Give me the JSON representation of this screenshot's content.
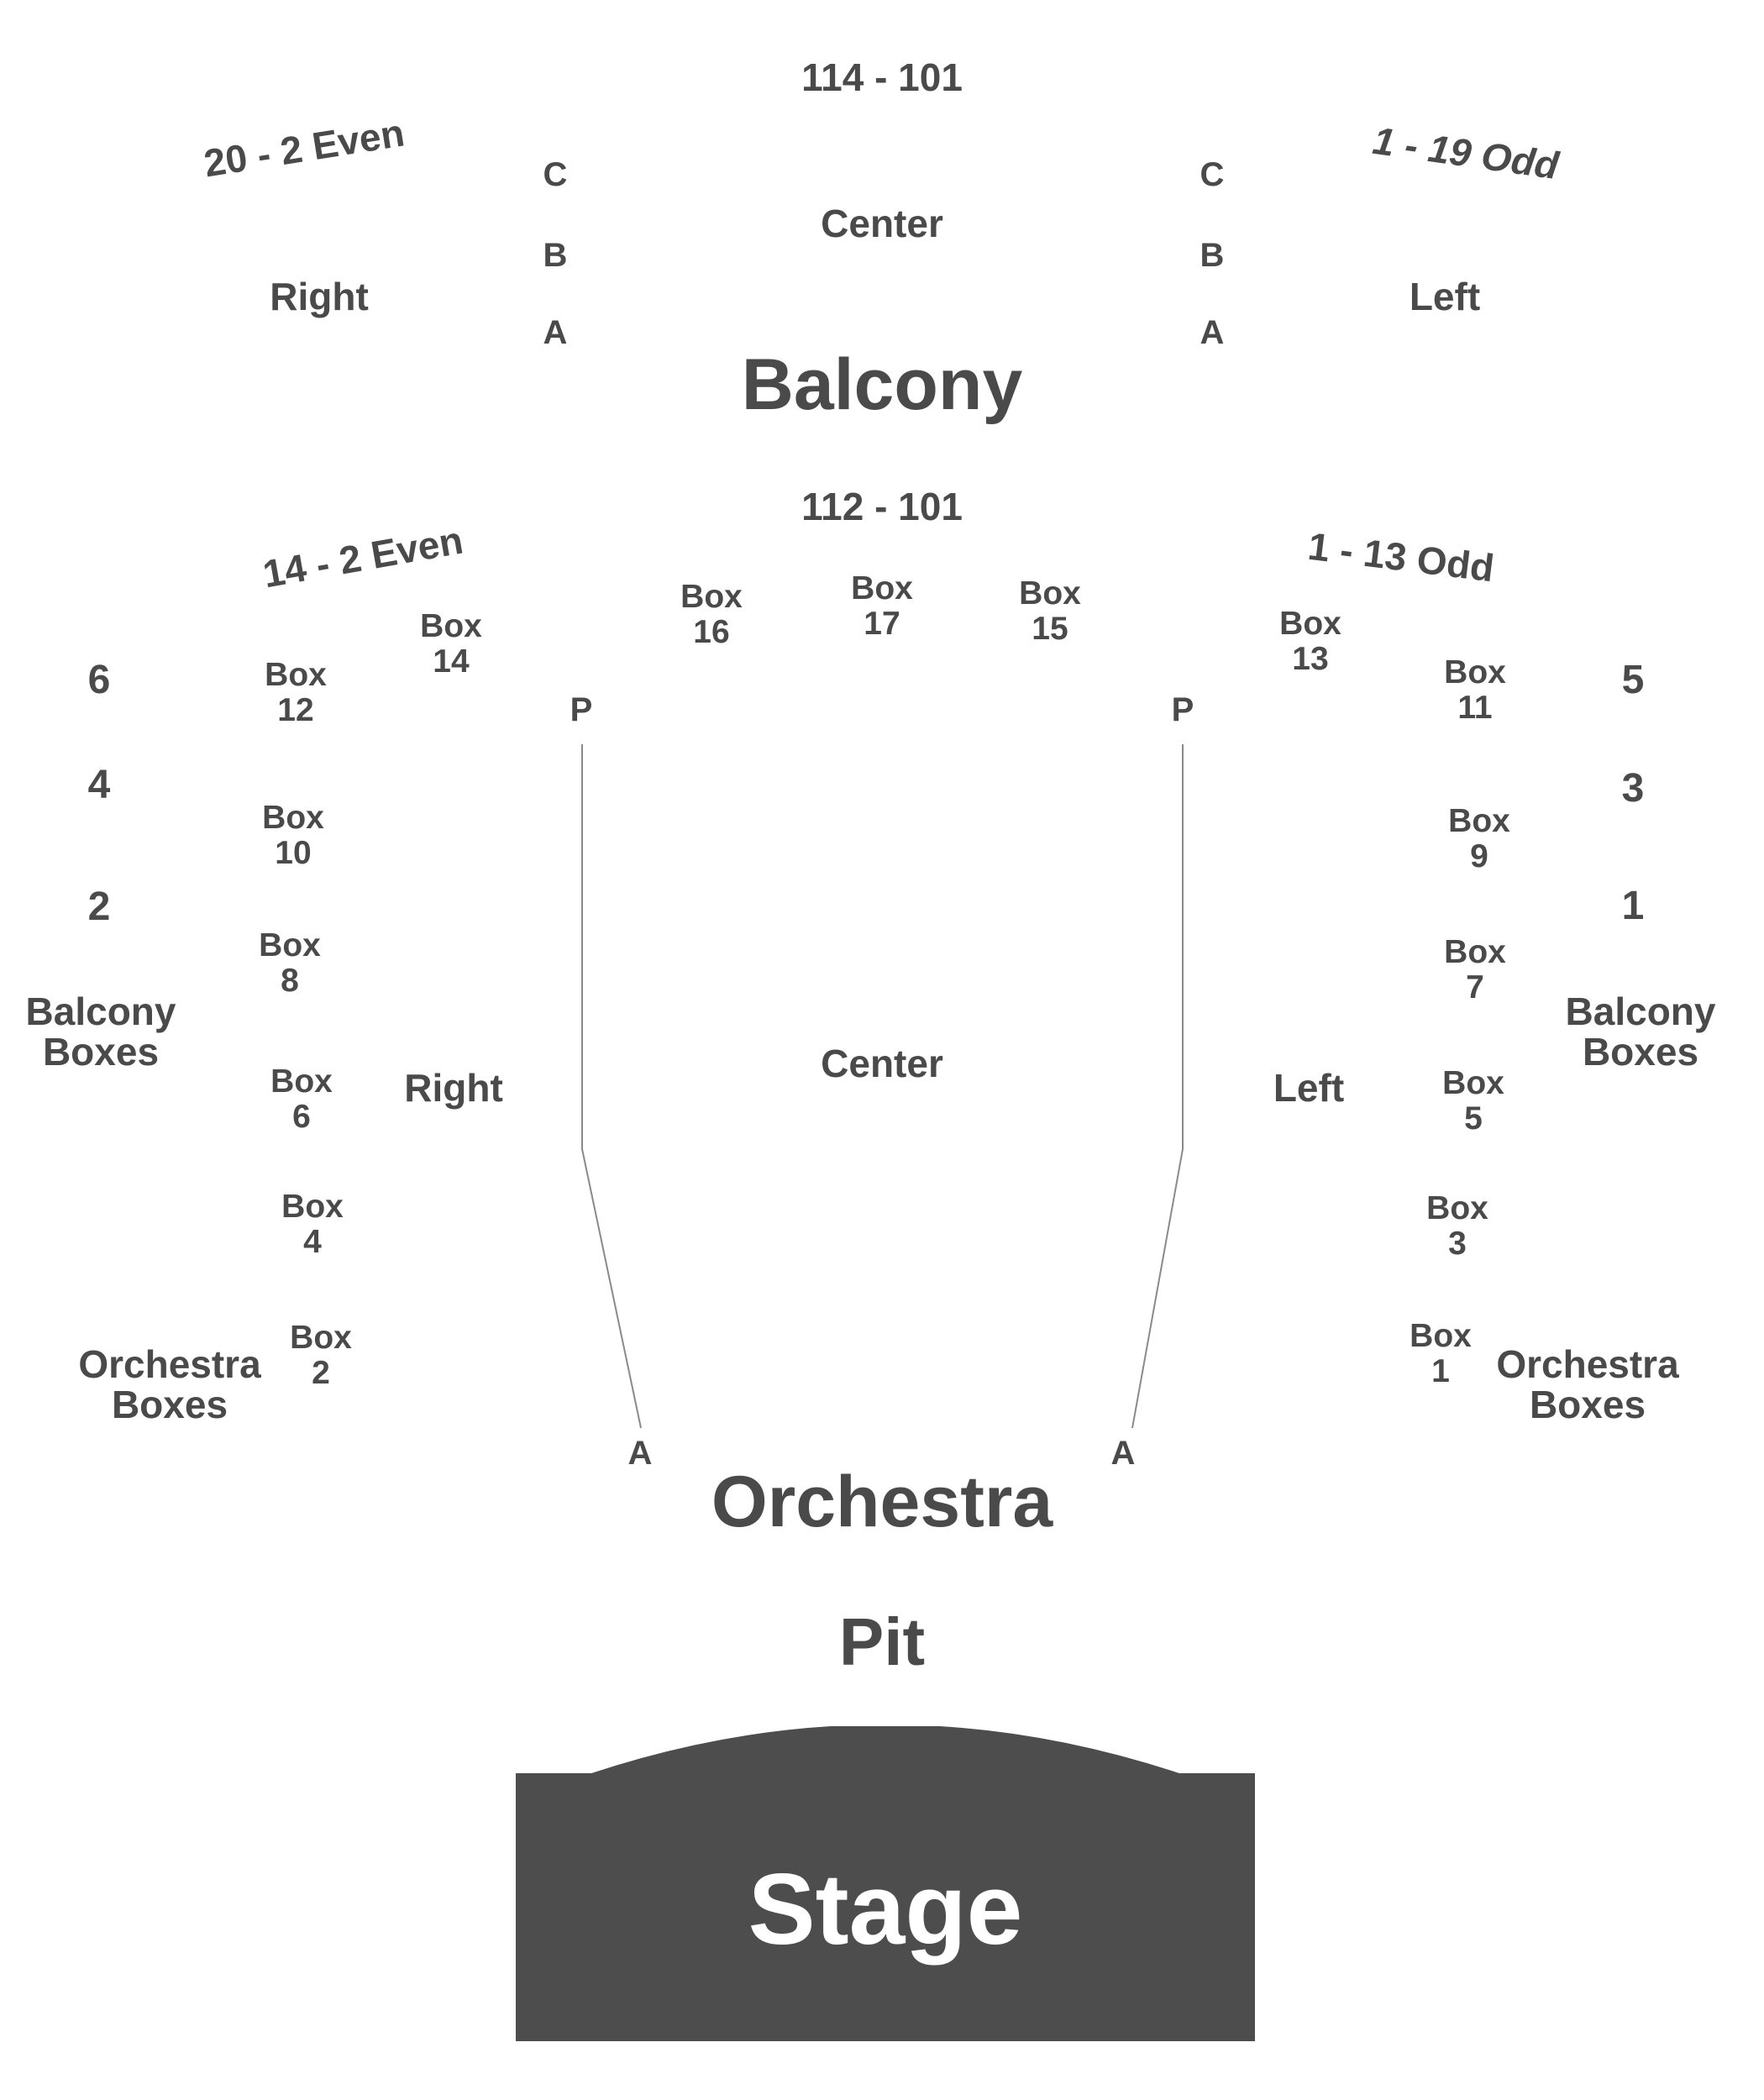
{
  "balcony": {
    "center_range": "114 - 101",
    "right_range": "20 - 2 Even",
    "left_range": "1 - 19  Odd",
    "center_label": "Center",
    "right_label": "Right",
    "left_label": "Left",
    "title": "Balcony",
    "rows_left": [
      "C",
      "B",
      "A"
    ],
    "rows_right": [
      "C",
      "B",
      "A"
    ]
  },
  "orchestra": {
    "center_range": "112 - 101",
    "right_range": "14 - 2 Even",
    "left_range": "1 - 13 Odd",
    "center_label": "Center",
    "right_label": "Right",
    "left_label": "Left",
    "title": "Orchestra",
    "row_p": "P",
    "row_a": "A"
  },
  "boxes": {
    "word": "Box",
    "left_side": [
      "14",
      "12",
      "10",
      "8",
      "6",
      "4",
      "2"
    ],
    "top": [
      "16",
      "17",
      "15"
    ],
    "right_side": [
      "13",
      "11",
      "9",
      "7",
      "5",
      "3",
      "1"
    ]
  },
  "balcony_boxes": {
    "left_numbers": [
      "6",
      "4",
      "2"
    ],
    "right_numbers": [
      "5",
      "3",
      "1"
    ],
    "label_line1": "Balcony",
    "label_line2": "Boxes"
  },
  "orchestra_boxes": {
    "label_line1": "Orchestra",
    "label_line2": "Boxes"
  },
  "pit": "Pit",
  "stage": "Stage",
  "colors": {
    "text": "#4a4a4a",
    "stage_fill": "#4d4d4d",
    "stage_text": "#ffffff",
    "line": "#8a8a8a"
  }
}
